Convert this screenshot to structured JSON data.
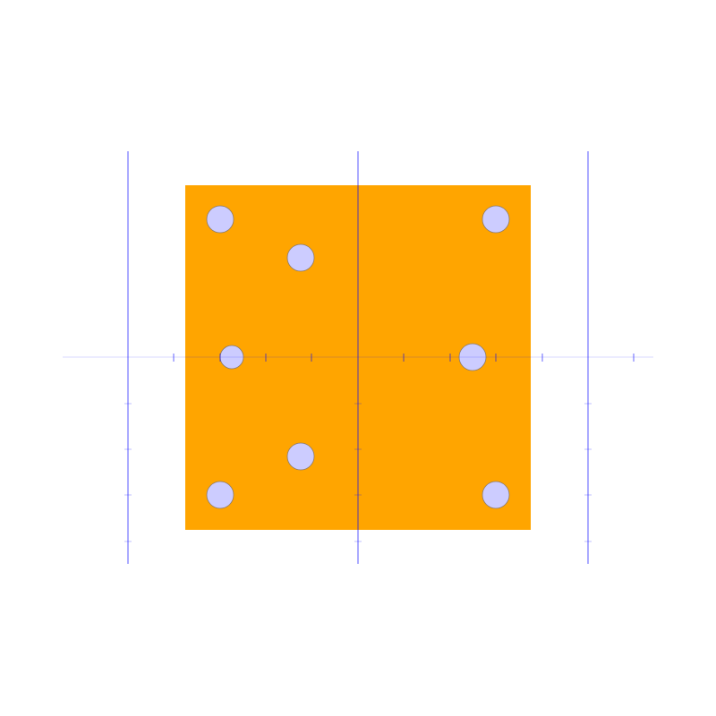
{
  "colors": {
    "plate": "#ffa500",
    "hole_fill": "#ccccff",
    "hole_stroke": "#8c7a6b",
    "axis": "#0000ff"
  },
  "holes": [
    {
      "id": "hole-top-left"
    },
    {
      "id": "hole-top-right"
    },
    {
      "id": "hole-upper-inner"
    },
    {
      "id": "hole-mid-left"
    },
    {
      "id": "hole-mid-right"
    },
    {
      "id": "hole-lower-inner"
    },
    {
      "id": "hole-bottom-left"
    },
    {
      "id": "hole-bottom-right"
    }
  ]
}
